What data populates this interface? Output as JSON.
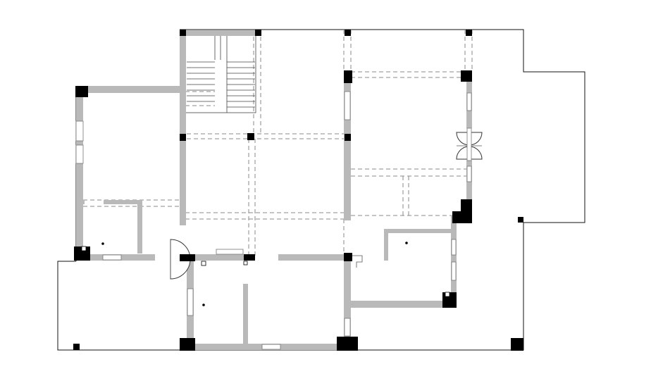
{
  "drawing": {
    "type": "floor-plan",
    "colors": {
      "wall": "#b9b9b9",
      "column": "#000000",
      "outline": "#111111",
      "beam_dashed": "#8a8a8a",
      "background": "#ffffff"
    },
    "elements": [
      "exterior-outline",
      "staircase",
      "walls",
      "structural-columns",
      "dashed-beam-lines",
      "windows",
      "swing-doors",
      "floor-drains"
    ]
  }
}
